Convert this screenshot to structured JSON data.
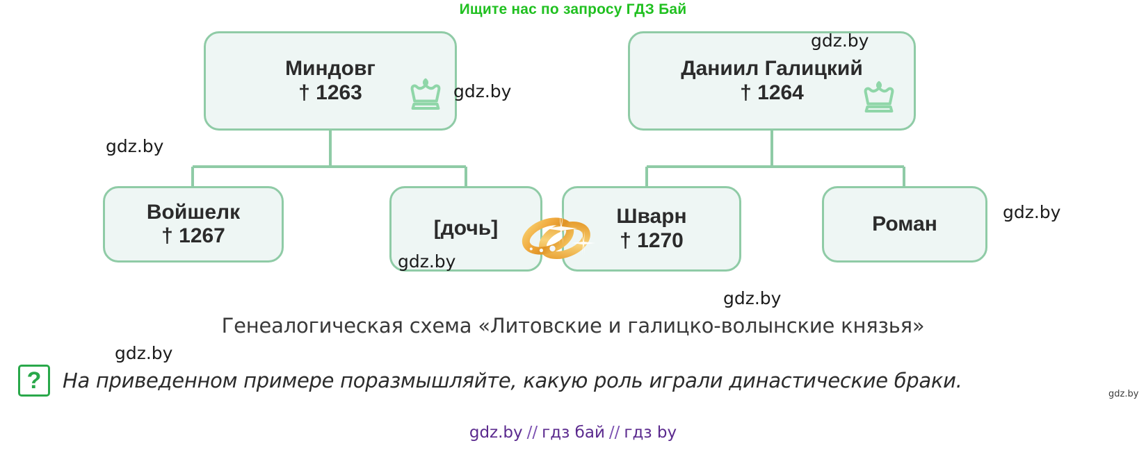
{
  "promo": {
    "text": "Ищите нас по запросу ГДЗ Бай",
    "color": "#20c020"
  },
  "diagram": {
    "nodes": [
      {
        "id": "mindovg",
        "name": "Миндовг",
        "date": "† 1263",
        "icon": "crown-icon"
      },
      {
        "id": "daniil",
        "name": "Даниил Галицкий",
        "date": "† 1264",
        "icon": "crown-icon"
      },
      {
        "id": "voishelk",
        "name": "Войшелк",
        "date": "† 1267",
        "icon": ""
      },
      {
        "id": "doch",
        "name": "[дочь]",
        "date": "",
        "icon": ""
      },
      {
        "id": "shvarn",
        "name": "Шварн",
        "date": "† 1270",
        "icon": ""
      },
      {
        "id": "roman",
        "name": "Роман",
        "date": "",
        "icon": ""
      }
    ],
    "marriage_icon": "wedding-rings-icon",
    "box_fill": "#eef6f4",
    "box_border": "#8fcba6",
    "connector_color": "#8fcba6"
  },
  "caption": "Генеалогическая схема «Литовские и галицко-волынские князья»",
  "question": {
    "badge": "?",
    "text": "На приведенном примере поразмышляйте, какую роль играли династические браки."
  },
  "footer": {
    "part1": "gdz.by",
    "sep1": "//",
    "part2": "гдз бай",
    "sep2": "//",
    "part3": "гдз by",
    "color": "#5b2a8e"
  },
  "watermarks": [
    {
      "id": "wm1",
      "text": "gdz.by"
    },
    {
      "id": "wm2",
      "text": "gdz.by"
    },
    {
      "id": "wm3",
      "text": "gdz.by"
    },
    {
      "id": "wm4",
      "text": "gdz.by"
    },
    {
      "id": "wm5",
      "text": "gdz.by"
    },
    {
      "id": "wm6",
      "text": "gdz.by"
    },
    {
      "id": "wm7",
      "text": "gdz.by"
    },
    {
      "id": "wm8",
      "text": "gdz.by"
    }
  ]
}
